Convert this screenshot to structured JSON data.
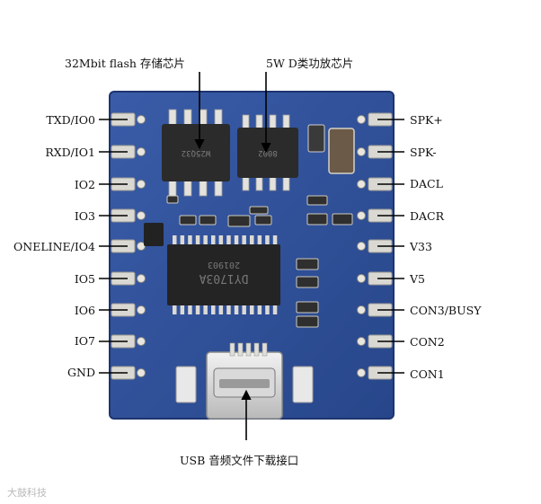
{
  "callouts": {
    "flash_chip": "32Mbit flash 存储芯片",
    "amp_chip": "5W D类功放芯片",
    "usb": "USB 音频文件下载接口"
  },
  "left_pins": [
    "TXD/IO0",
    "RXD/IO1",
    "IO2",
    "IO3",
    "ONELINE/IO4",
    "IO5",
    "IO6",
    "IO7",
    "GND"
  ],
  "right_pins": [
    "SPK+",
    "SPK-",
    "DACL",
    "DACR",
    "V33",
    "V5",
    "CON3/BUSY",
    "CON2",
    "CON1"
  ],
  "chips": {
    "flash_marking": "W25Q32",
    "amp_marking": "8002",
    "main_marking_1": "DY1703A",
    "main_marking_2": "201903"
  },
  "watermark": "大鼓科技",
  "colors": {
    "pcb": "#2f4e95",
    "pcb_edge": "#223a78",
    "pad": "#d8d8d2",
    "chip": "#2b2b2b",
    "lines": "#000000"
  }
}
